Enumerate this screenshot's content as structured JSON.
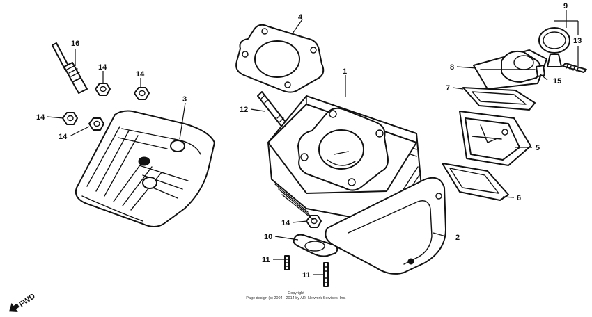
{
  "diagram": {
    "callouts": [
      "1",
      "2",
      "3",
      "4",
      "5",
      "6",
      "7",
      "8",
      "9",
      "10",
      "11",
      "11",
      "12",
      "13",
      "14",
      "14",
      "14",
      "14",
      "14",
      "15",
      "16"
    ],
    "fwd_label": "FWD"
  },
  "footer": {
    "line1": "Copyright",
    "line2": "Page design (c) 2004 - 2014 by ARI Network Services, Inc."
  }
}
